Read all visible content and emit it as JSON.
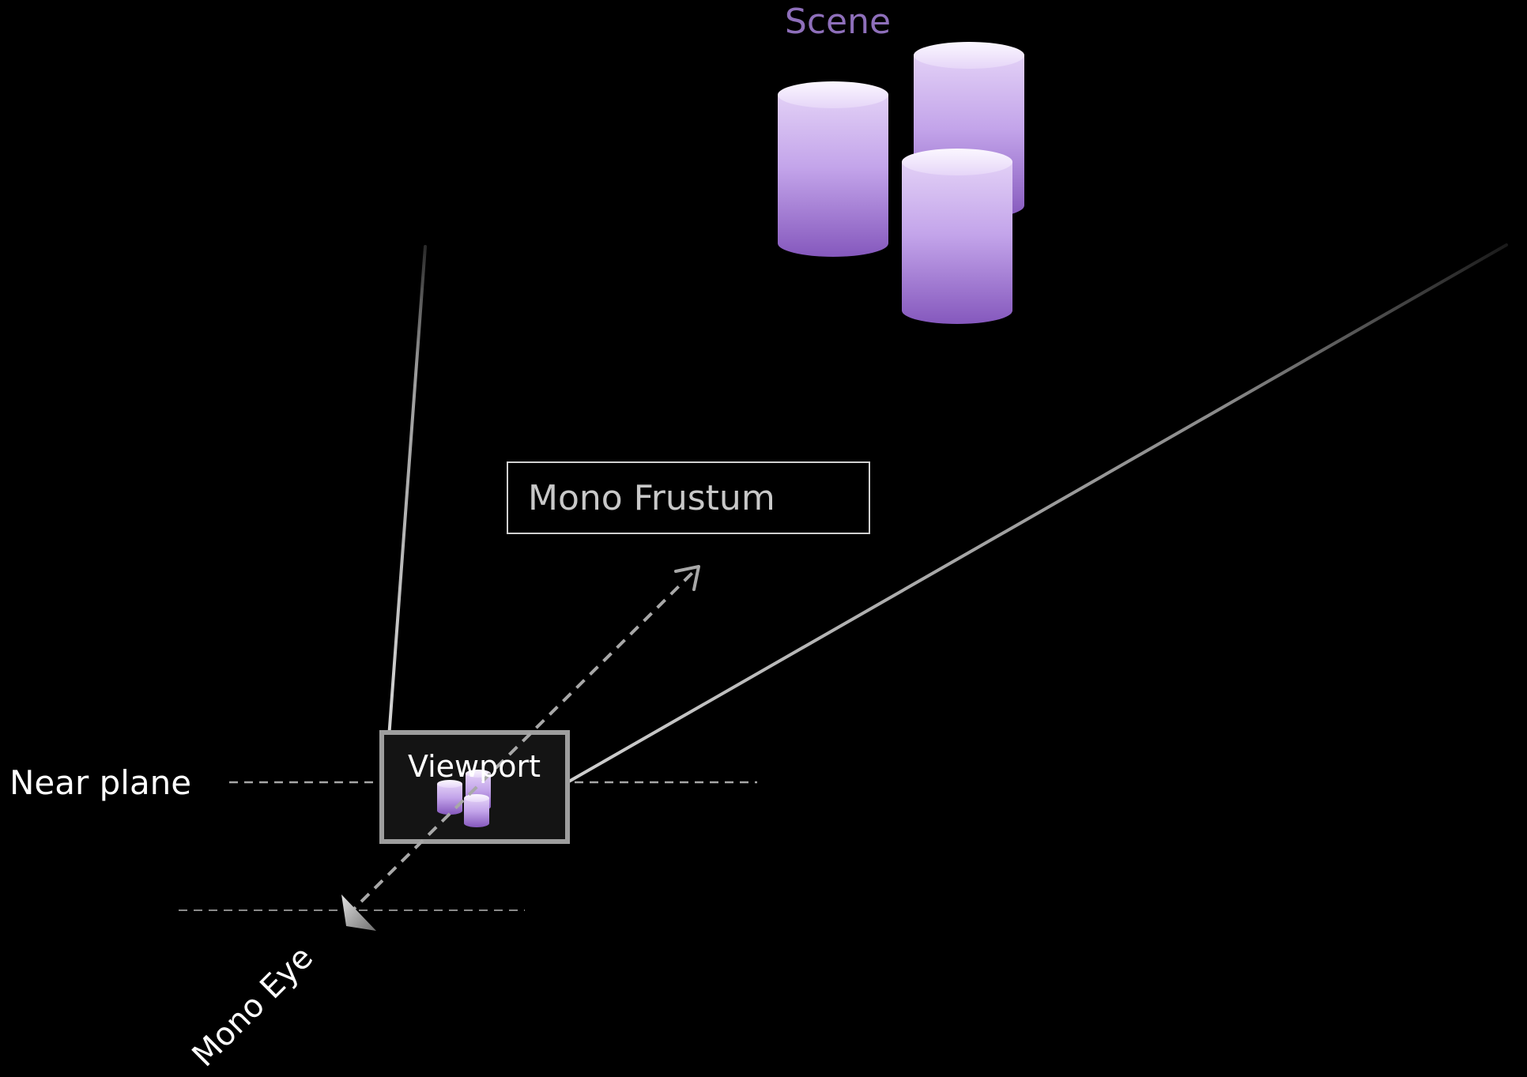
{
  "labels": {
    "scene": "Scene",
    "mono_frustum": "Mono Frustum",
    "viewport": "Viewport",
    "near_plane": "Near plane",
    "mono_eye": "Mono Eye"
  },
  "colors": {
    "background": "#000000",
    "scene_label": "#8e6fba",
    "label_text": "#ffffff",
    "frustum_label_text": "#c8c8c8",
    "frustum_box_border": "#d0d0d0",
    "frustum_lines": "#bdbdbd",
    "dashed_lines": "#a6a6a6",
    "viewport_border": "#9e9e9e",
    "viewport_fill": "#141414",
    "cylinder_top": "#f3eafc",
    "cylinder_body_light": "#d9c4f2",
    "cylinder_body_dark": "#8d62c1",
    "eye_arrow": "#a8a8a8"
  }
}
